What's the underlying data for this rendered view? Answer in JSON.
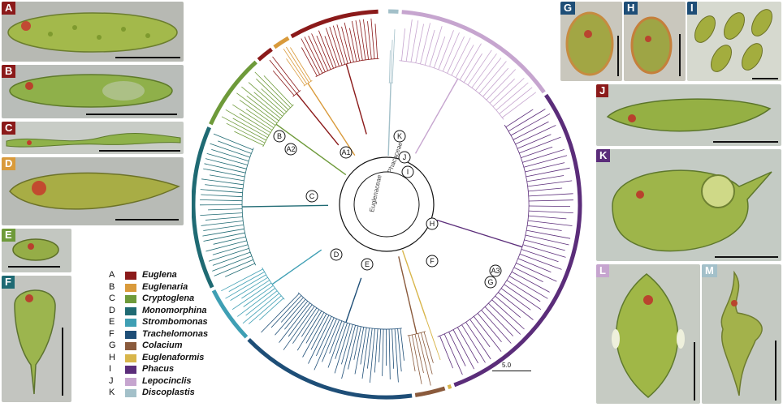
{
  "colors": {
    "A": "#8b1a1a",
    "B": "#d99a3b",
    "C": "#6e9a3a",
    "D": "#1f6a73",
    "E": "#3f9fb4",
    "F": "#1e4e77",
    "G": "#8a5a3c",
    "H": "#d8b54a",
    "I": "#5b2d7a",
    "J": "#c6a5cf",
    "K": "#a3c0c9"
  },
  "legend": [
    {
      "letter": "A",
      "name": "Euglena"
    },
    {
      "letter": "B",
      "name": "Euglenaria"
    },
    {
      "letter": "C",
      "name": "Cryptoglena"
    },
    {
      "letter": "D",
      "name": "Monomorphina"
    },
    {
      "letter": "E",
      "name": "Strombomonas"
    },
    {
      "letter": "F",
      "name": "Trachelomonas"
    },
    {
      "letter": "G",
      "name": "Colacium"
    },
    {
      "letter": "H",
      "name": "Euglenaformis"
    },
    {
      "letter": "I",
      "name": "Phacus"
    },
    {
      "letter": "J",
      "name": "Lepocinclis"
    },
    {
      "letter": "K",
      "name": "Discoplastis"
    }
  ],
  "panels": [
    {
      "letter": "A",
      "icon": "elongate-cell"
    },
    {
      "letter": "B",
      "icon": "elongate-cell"
    },
    {
      "letter": "C",
      "icon": "filiform-cell"
    },
    {
      "letter": "D",
      "icon": "spindle-cell"
    },
    {
      "letter": "E",
      "icon": "oval-cell"
    },
    {
      "letter": "F",
      "icon": "tailed-cell"
    },
    {
      "letter": "G",
      "icon": "lorica-cell"
    },
    {
      "letter": "H",
      "icon": "lorica-cell"
    },
    {
      "letter": "I",
      "icon": "colony-cells"
    },
    {
      "letter": "J",
      "icon": "spindle-cell"
    },
    {
      "letter": "K",
      "icon": "round-cell"
    },
    {
      "letter": "L",
      "icon": "lens-cell"
    },
    {
      "letter": "M",
      "icon": "twisted-cell"
    }
  ],
  "tree": {
    "nodes": [
      "A1",
      "A2",
      "A3",
      "B",
      "C",
      "D",
      "E",
      "F",
      "G",
      "H",
      "I",
      "J",
      "K"
    ],
    "family_labels": [
      "Euglenaceae",
      "Phacaceae"
    ],
    "scale_label": "5.0"
  }
}
